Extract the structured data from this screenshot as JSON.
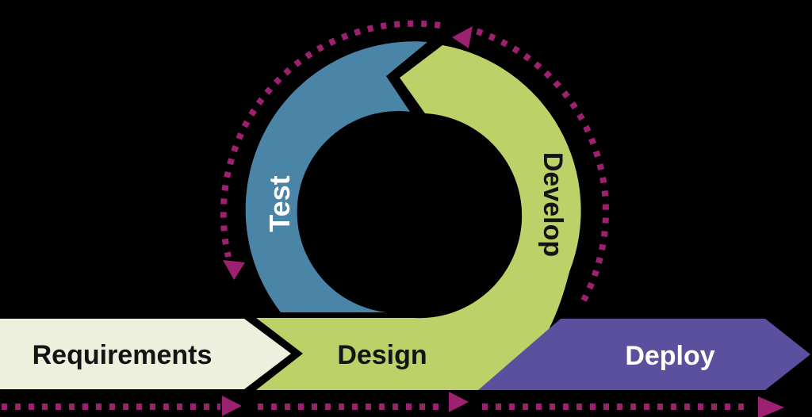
{
  "diagram": {
    "loop": {
      "test": "Test",
      "develop": "Develop"
    },
    "flow": {
      "requirements": "Requirements",
      "design": "Design",
      "deploy": "Deploy"
    }
  },
  "colors": {
    "background": "#000000",
    "test_blue": "#4a84a6",
    "develop_green": "#bcd167",
    "requirements_cream": "#edf0dc",
    "deploy_purple": "#5a509d",
    "cycle_magenta": "#9c2171",
    "label_dark": "#141414",
    "label_light": "#ffffff"
  }
}
